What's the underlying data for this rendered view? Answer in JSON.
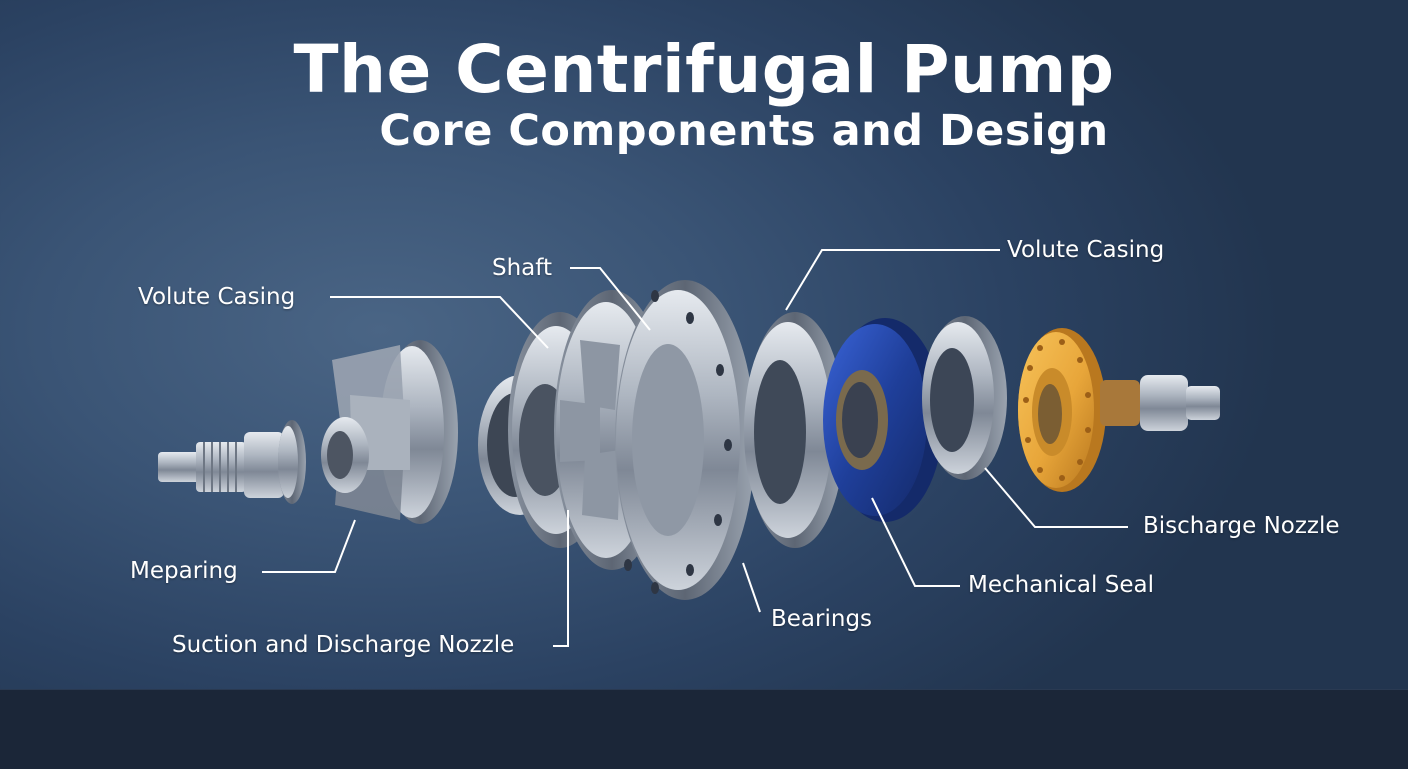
{
  "header": {
    "title": "The Centrifugal Pump",
    "subtitle": "Core Components and Design"
  },
  "labels": {
    "volute_casing_left": "Volute Casing",
    "shaft": "Shaft",
    "volute_casing_right": "Volute Casing",
    "meparing": "Meparing",
    "suction_discharge_nozzle": "Suction and Discharge Nozzle",
    "bearings": "Bearings",
    "mechanical_seal": "Mechanical Seal",
    "bischarge_nozzle": "Bischarge Nozzle"
  },
  "colors": {
    "background": "#3a5475",
    "bottom_band": "#1b2638",
    "steel": "#b8c0cb",
    "seal_blue": "#1f3f9a",
    "flange_gold": "#e8a63a",
    "text": "#ffffff"
  }
}
